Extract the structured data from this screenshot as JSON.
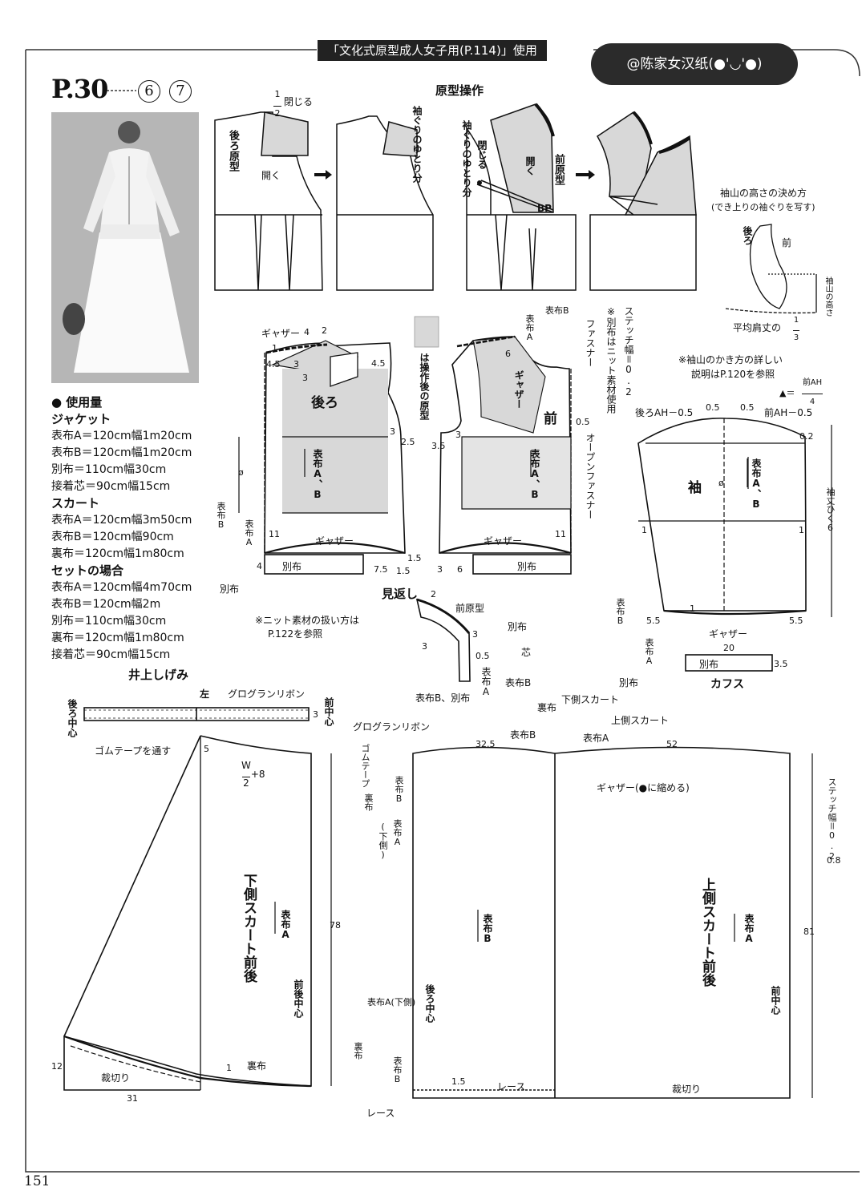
{
  "header": {
    "banner": "「文化式原型成人女子用(P.114)」使用"
  },
  "watermark": {
    "text": "@陈家女汉纸(●'◡'●)"
  },
  "page_id": {
    "label": "P.30",
    "items": [
      "6",
      "7"
    ]
  },
  "section_title": "原型操作",
  "sleeve_cap_note": {
    "title": "袖山の高さの決め方",
    "sub": "(でき上りの袖ぐりを写す)",
    "back": "後ろ",
    "front": "前",
    "height": "袖山の高さ",
    "avg": "平均肩丈の",
    "third_num": "1",
    "third_den": "3"
  },
  "sleeve_cap_ref": {
    "line1": "※袖山のかき方の詳しい",
    "line2": "説明はP.120を参照",
    "formula": "▲＝",
    "frac_num": "前AH",
    "frac_den": "4"
  },
  "manip": {
    "half_num": "1",
    "half_den": "2",
    "close": "閉じる",
    "open": "開く",
    "back_block": "後ろ原型",
    "armhole_ease": "袖ぐりのゆとり分",
    "close_v": "閉じる",
    "open_v": "開く",
    "front_block": "前原型",
    "bp": "BP"
  },
  "operation_note": "は操作後の原型",
  "back_bodice": {
    "title": "後ろ",
    "gather_top": "ギャザー",
    "fabric": "表布A、B",
    "gather_bot": "ギャザー",
    "separate": "別布",
    "n1": "1",
    "n4": "4",
    "n2": "2",
    "n45a": "4.5",
    "n45b": "4.5",
    "n3a": "3",
    "n3b": "3",
    "n25": "2.5",
    "n11": "11",
    "n4b": "4",
    "n75": "7.5",
    "n15a": "1.5",
    "n15b": "1.5"
  },
  "front_bodice": {
    "title": "前",
    "gather": "ギャザー",
    "fabric": "表布A、B",
    "gather_bot": "ギャザー",
    "separate": "別布",
    "zipper": "ファスナー",
    "open_zipper": "オープンファスナー",
    "fabric_b": "表布B",
    "fabric_a": "表布A",
    "n6": "6",
    "n05": "0.5",
    "n35": "3.5",
    "n3": "3",
    "n11": "11",
    "n3b": "3",
    "n6b": "6"
  },
  "stitch_note": {
    "a": "ステッチ幅＝0.2",
    "b": "※別布はニット素材使用"
  },
  "left_detail": {
    "fabric_b": "表布B",
    "fabric_a": "表布A",
    "separate": "別布"
  },
  "knit_note": {
    "line1": "※ニット素材の扱い方は",
    "line2": "P.122を参照"
  },
  "facing": {
    "title": "見返し",
    "front_block": "前原型",
    "separate": "別布",
    "core": "芯",
    "fabric_b": "表布B",
    "fabric_a": "表布A",
    "fabric_b_sep": "表布B、別布",
    "n2": "2",
    "n3a": "3",
    "n3b": "3",
    "n05": "0.5"
  },
  "sleeve": {
    "title": "袖",
    "back_ah": "後ろAH－0.5",
    "front_ah": "前AH－0.5",
    "n05a": "0.5",
    "n05b": "0.5",
    "n02": "0.2",
    "fabric": "表布A、B",
    "length": "袖丈ひく6",
    "n1a": "1",
    "n1b": "1",
    "n1c": "1",
    "n55a": "5.5",
    "n55b": "5.5",
    "gather": "ギャザー"
  },
  "cuff": {
    "title": "カフス",
    "separate": "別布",
    "w": "20",
    "h": "3.5",
    "fabric_b": "表布B",
    "fabric_a": "表布A",
    "sep": "別布"
  },
  "usage": {
    "title": "● 使用量",
    "lines": [
      {
        "t": "ジャケット",
        "h": true
      },
      {
        "t": "表布A＝120cm幅1m20cm"
      },
      {
        "t": "表布B＝120cm幅1m20cm"
      },
      {
        "t": "別布＝110cm幅30cm"
      },
      {
        "t": "接着芯＝90cm幅15cm"
      },
      {
        "t": "スカート",
        "h": true
      },
      {
        "t": "表布A＝120cm幅3m50cm"
      },
      {
        "t": "表布B＝120cm幅90cm"
      },
      {
        "t": "裏布＝120cm幅1m80cm"
      },
      {
        "t": "セットの場合",
        "h": true
      },
      {
        "t": "表布A＝120cm幅4m70cm"
      },
      {
        "t": "表布B＝120cm幅2m"
      },
      {
        "t": "別布＝110cm幅30cm"
      },
      {
        "t": "裏布＝120cm幅1m80cm"
      },
      {
        "t": "接着芯＝90cm幅15cm"
      }
    ],
    "designer": "井上しげみ"
  },
  "waistband": {
    "back_center": "後ろ中心",
    "left": "左",
    "ribbon": "グログランリボン",
    "front_center": "前中心",
    "n3": "3",
    "elastic": "ゴムテープを通す"
  },
  "lower_skirt": {
    "title": "下側スカート前後",
    "fabric": "表布A",
    "formula_w": "W",
    "formula_2": "2",
    "formula_plus": "+8",
    "n5": "5",
    "n78": "78",
    "n12": "12",
    "n31": "31",
    "n1": "1",
    "center": "前後中心",
    "cut": "裁切り",
    "lining": "裏布"
  },
  "upper_skirt": {
    "title": "上側スカート前後",
    "fabric": "表布A",
    "fabric_b": "表布B",
    "gather": "ギャザー(●に縮める)",
    "n325": "32.5",
    "n52": "52",
    "n81": "81",
    "back_center": "後ろ中心",
    "front_center": "前中心",
    "lace": "レース",
    "cut": "裁切り",
    "n15": "1.5",
    "stitch": "ステッチ幅＝0.2",
    "n08": "0.8"
  },
  "skirt_layers": {
    "lining": "裏布",
    "lower": "下側スカート",
    "upper": "上側スカート",
    "fabric_b": "表布B",
    "fabric_a": "表布A"
  },
  "waist_detail": {
    "ribbon": "グログランリボン",
    "elastic": "ゴムテープ",
    "lining": "裏布",
    "fabric_b": "表布B",
    "fabric_a_lower": "表布A(下側)",
    "fabric_a": "表布A"
  },
  "hem_detail": {
    "fabric_a_lower": "表布A(下側)",
    "lining": "裏布",
    "fabric_b": "表布B",
    "lace": "レース"
  },
  "page_number": "151"
}
